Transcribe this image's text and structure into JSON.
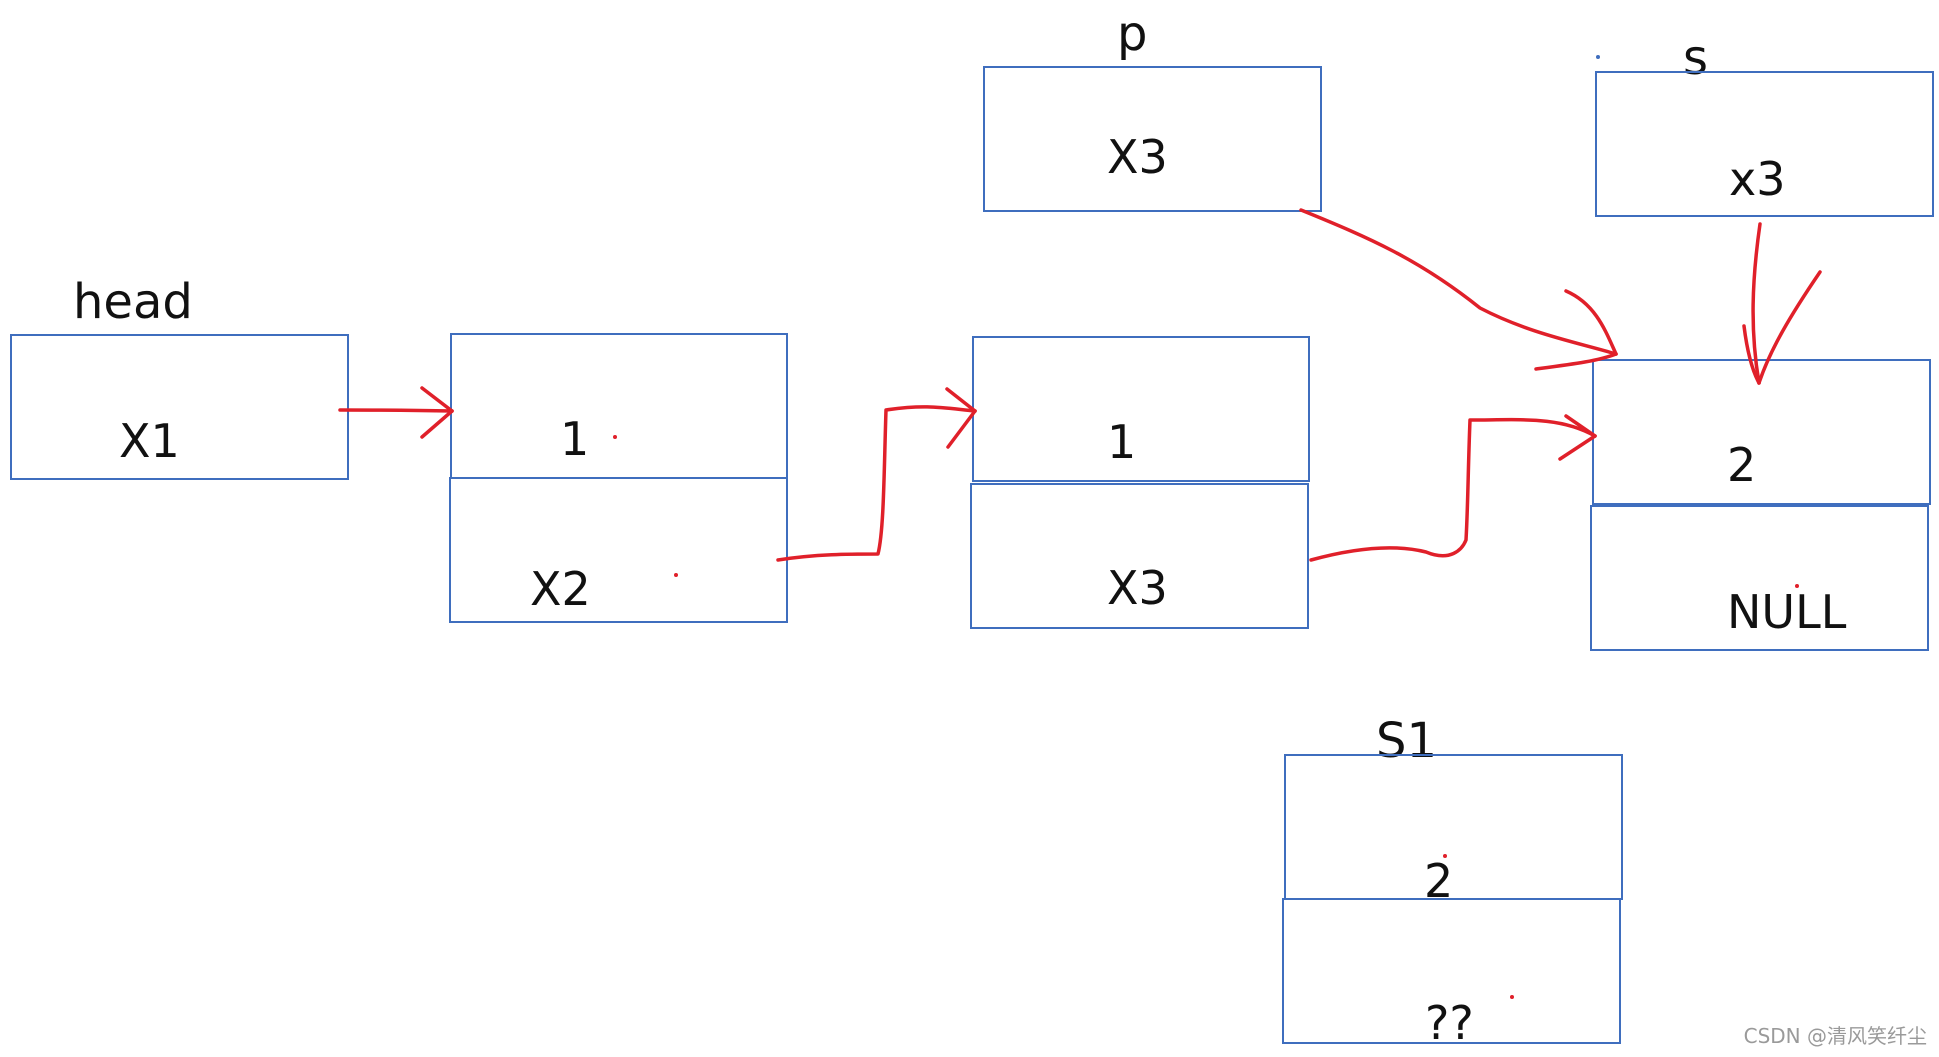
{
  "labels": {
    "head": "head",
    "p": "p",
    "s": "s",
    "s1": "S1"
  },
  "head_node": {
    "value": "X1"
  },
  "node_1": {
    "data": "1",
    "next": "X2"
  },
  "node_2": {
    "data": "1",
    "next": "X3"
  },
  "node_3": {
    "data": "2",
    "next": "NULL"
  },
  "p_node": {
    "value": "X3"
  },
  "s_node": {
    "value": "x3"
  },
  "s1_node": {
    "data": "2",
    "next": "??"
  },
  "watermark": "CSDN @清风笑纤尘",
  "colors": {
    "box_border": "#3f6ebe",
    "arrow": "#e0202a",
    "text": "#111111"
  }
}
